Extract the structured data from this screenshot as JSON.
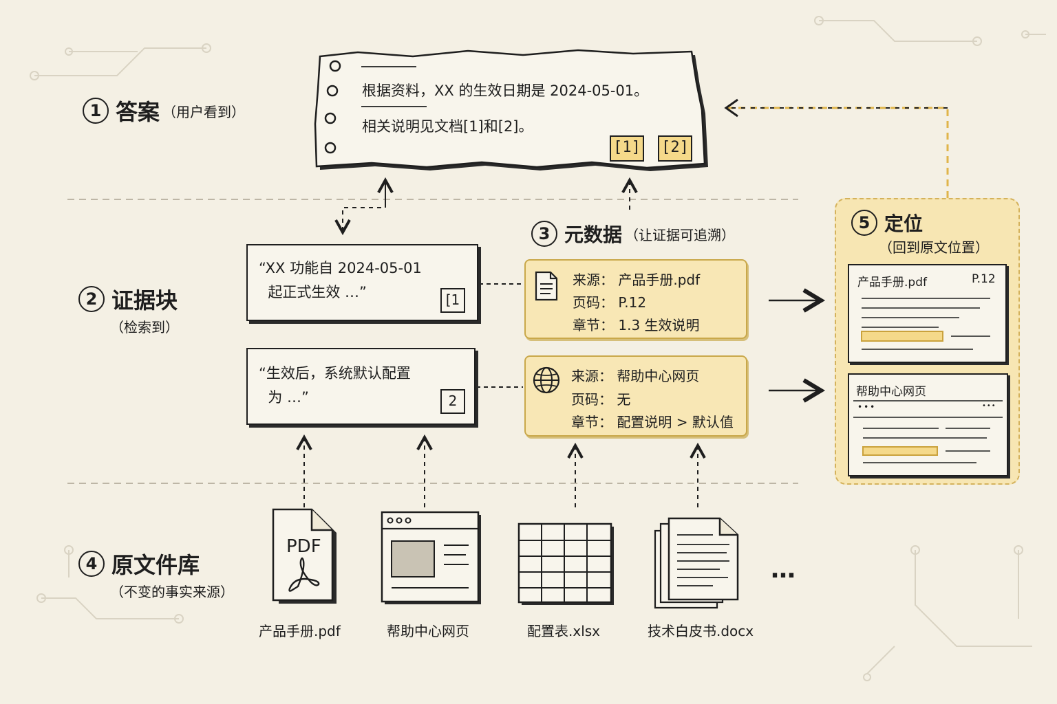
{
  "sections": {
    "answer": {
      "num": "1",
      "title": "答案",
      "note": "（用户看到）"
    },
    "evidence": {
      "num": "2",
      "title": "证据块",
      "note": "（检索到）"
    },
    "metadata": {
      "num": "3",
      "title": "元数据",
      "note": "（让证据可追溯）"
    },
    "library": {
      "num": "4",
      "title": "原文件库",
      "note": "（不变的事实来源）"
    },
    "locate": {
      "num": "5",
      "title": "定位",
      "note": "（回到原文位置）"
    }
  },
  "answer_card": {
    "line1": "根据资料，XX 的生效日期是 2024-05-01。",
    "line2": "相关说明见文档[1]和[2]。",
    "citations": [
      "[1]",
      "[2]"
    ]
  },
  "evidence_blocks": [
    {
      "quote": "“XX 功能自 2024-05-01\n  起正式生效 …”",
      "tag": "[1"
    },
    {
      "quote": "“生效后，系统默认配置\n  为 …”",
      "tag": "2"
    }
  ],
  "metadata_cards": [
    {
      "icon": "document-icon",
      "source": "来源：  产品手册.pdf",
      "page": "页码：  P.12",
      "section": "章节：  1.3 生效说明"
    },
    {
      "icon": "globe-icon",
      "source": "来源：  帮助中心网页",
      "page": "页码：  无",
      "section": "章节：  配置说明 > 默认值"
    }
  ],
  "locate_previews": [
    {
      "title": "产品手册.pdf",
      "page": "P.12"
    },
    {
      "title": "帮助中心网页",
      "dots": "•••",
      "more": "•••"
    }
  ],
  "library_files": [
    {
      "icon": "pdf-file-icon",
      "label": "PDF",
      "caption": "产品手册.pdf"
    },
    {
      "icon": "webpage-icon",
      "caption": "帮助中心网页"
    },
    {
      "icon": "spreadsheet-icon",
      "caption": "配置表.xlsx"
    },
    {
      "icon": "documents-stack-icon",
      "caption": "技术白皮书.docx"
    }
  ],
  "library_more": "…",
  "colors": {
    "background": "#f4f0e4",
    "highlight": "#f5d98a",
    "ink": "#1e1e1e",
    "dashed_flow": "#e0b54a"
  }
}
